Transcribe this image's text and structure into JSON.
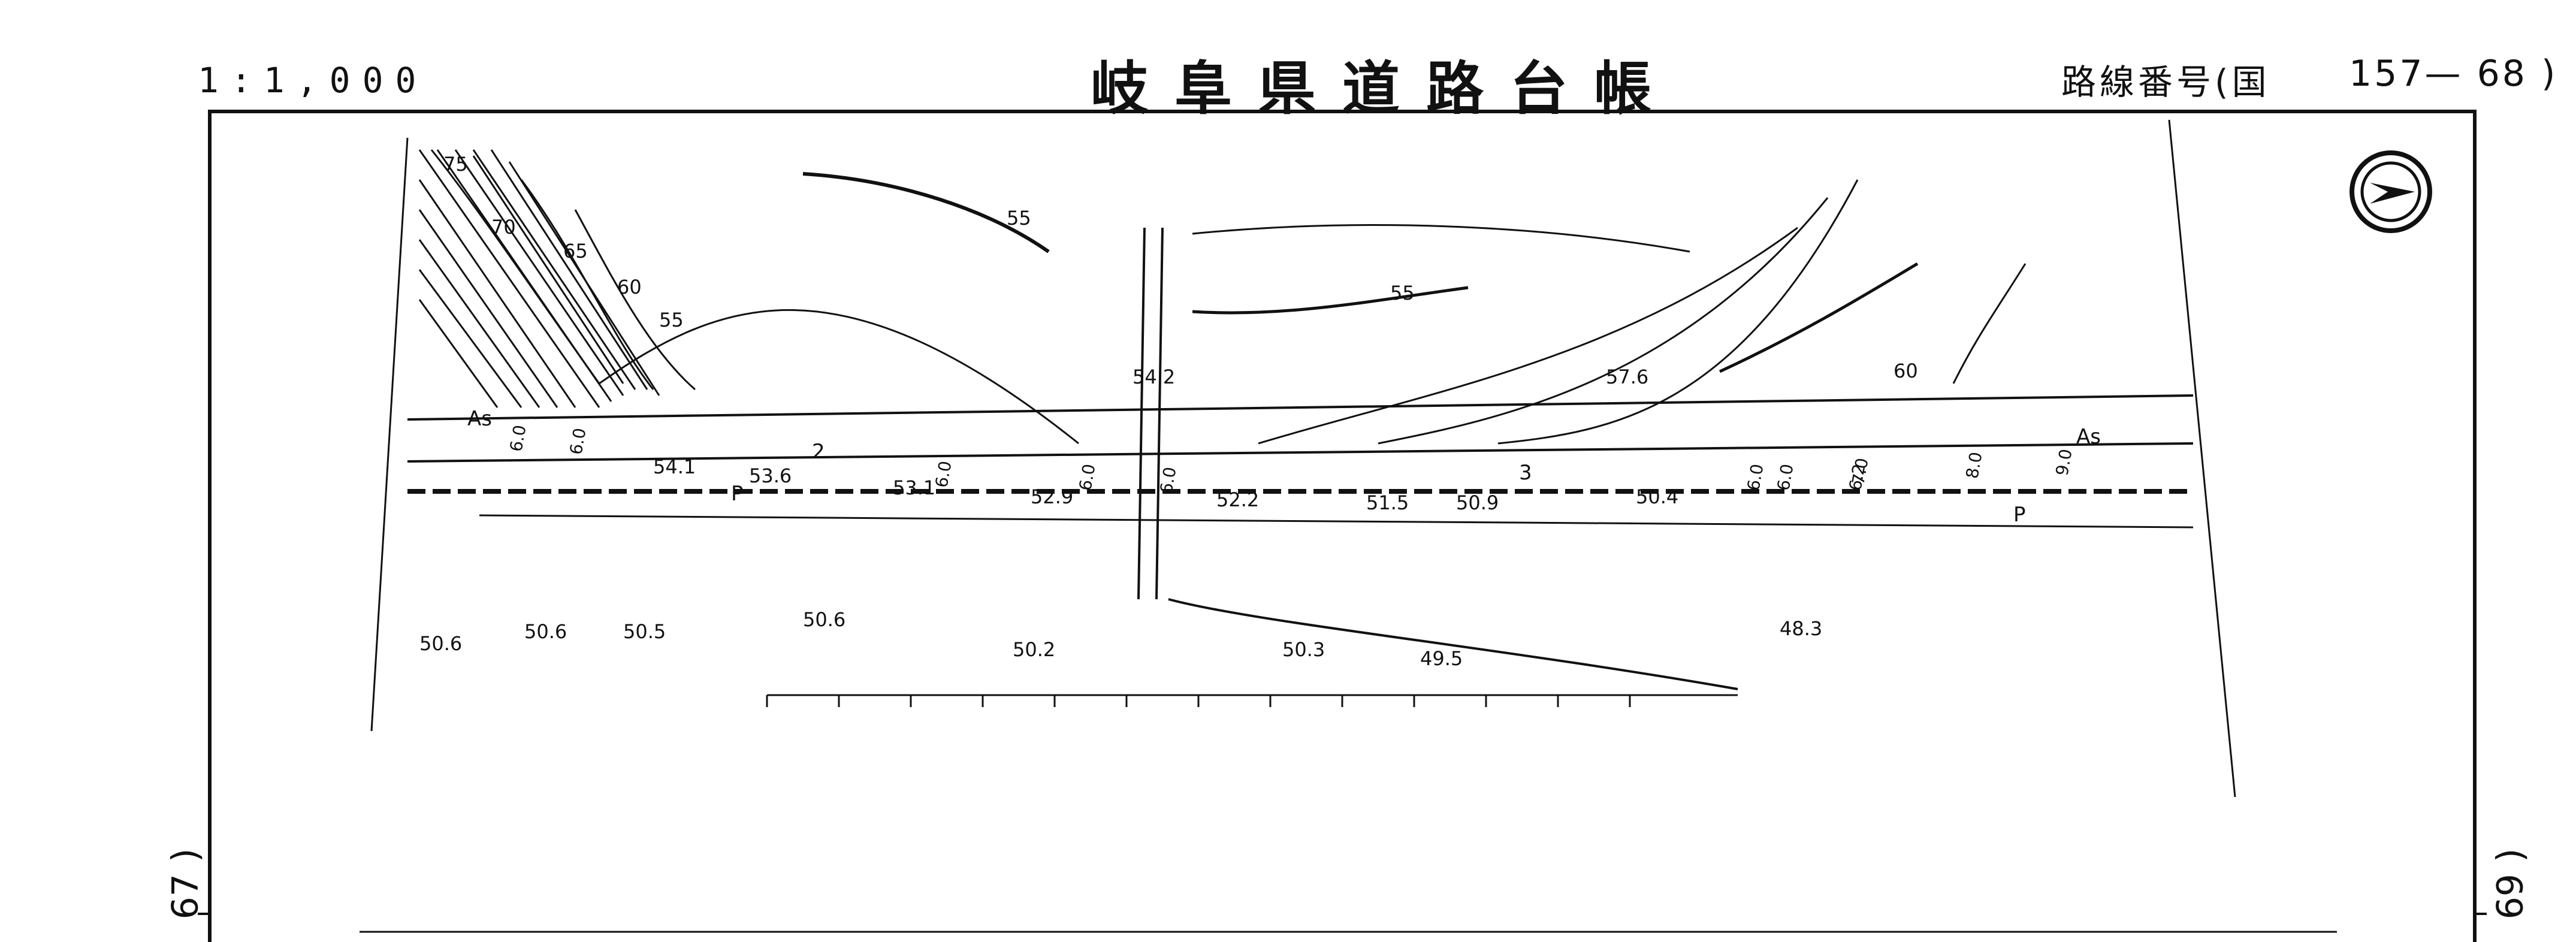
{
  "header": {
    "scale": "1:1,000",
    "title": "岐阜県道路台帳",
    "route_label": "路線番号(国",
    "route_number": "157— 68 )"
  },
  "sheet_refs": {
    "previous": "67 )",
    "next": "69 )"
  },
  "map": {
    "contour_labels": [
      "75",
      "70",
      "65",
      "60",
      "55",
      "55",
      "55",
      "60"
    ],
    "elevations": [
      "54.2",
      "54.1",
      "53.6",
      "53.1",
      "52.9",
      "52.2",
      "51.5",
      "50.9",
      "50.4",
      "57.6",
      "50.6",
      "50.6",
      "50.5",
      "50.6",
      "50.2",
      "50.3",
      "49.5",
      "48.3"
    ],
    "road_widths": [
      "6.0",
      "6.0",
      "6.0",
      "6.0",
      "6.0",
      "6.0",
      "6.0",
      "6.2",
      "7.0",
      "8.0",
      "9.0"
    ],
    "surface_labels": [
      "As",
      "As"
    ],
    "section_numbers": [
      "2",
      "3"
    ],
    "pole_labels": [
      "P",
      "P"
    ],
    "north_arrow": "north-arrow-icon"
  }
}
